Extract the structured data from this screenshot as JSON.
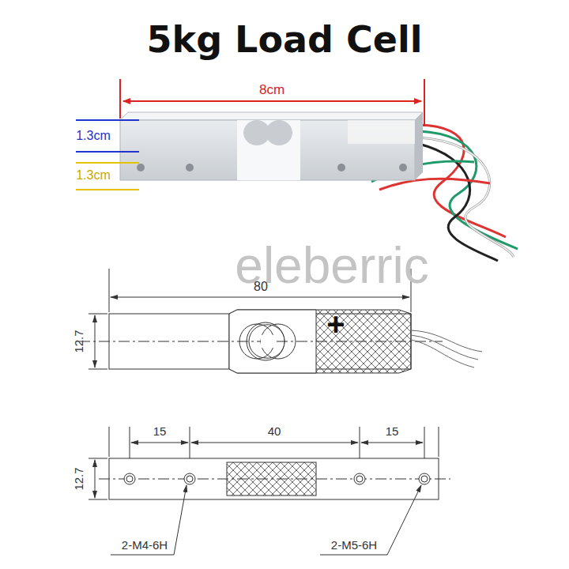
{
  "diagram": {
    "title": "5kg Load Cell",
    "labels": [
      "8cm",
      "1.3cm",
      "1.3cm",
      "eleberric",
      "80",
      "12.7",
      "+",
      "15",
      "40",
      "15",
      "12.7",
      "2-M4-6H",
      "2-M5-6H"
    ]
  }
}
